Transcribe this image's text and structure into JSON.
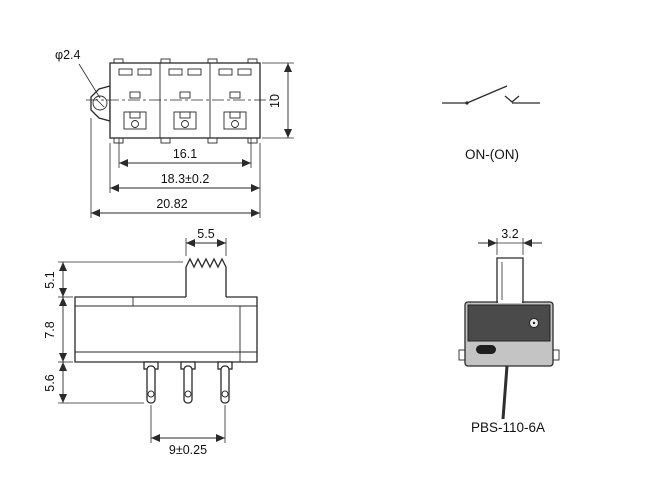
{
  "views": {
    "top_view": {
      "hole_dia": "φ2.4",
      "height": "10",
      "width_inner": "16.1",
      "width_body": "18.3±0.2",
      "width_total": "20.82"
    },
    "circuit_symbol": {
      "function_label": "ON-(ON)"
    },
    "side_view": {
      "actuator_width": "5.5",
      "actuator_height": "5.1",
      "body_height": "7.8",
      "pin_length": "5.6",
      "pin_span": "9±0.25"
    },
    "front_view": {
      "actuator_width": "3.2",
      "part_number": "PBS-110-6A"
    }
  }
}
